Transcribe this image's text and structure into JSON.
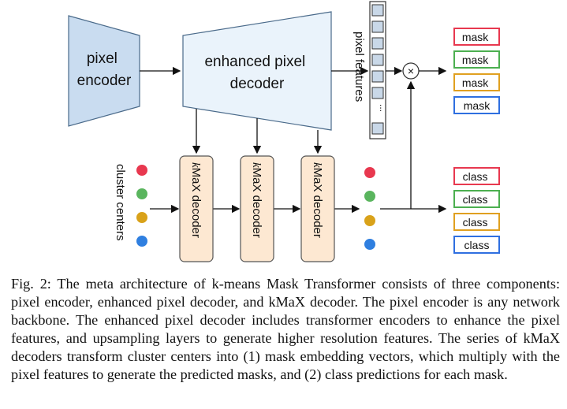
{
  "diagram": {
    "pixel_encoder": [
      "pixel",
      "encoder"
    ],
    "pixel_decoder": [
      "enhanced pixel",
      "decoder"
    ],
    "pixel_features_label": "pixel features",
    "pixel_features_dots": "...",
    "cluster_centers_label": "cluster centers",
    "kmax_decoders": [
      {
        "k": "k",
        "rest": "MaX decoder"
      },
      {
        "k": "k",
        "rest": "MaX decoder"
      },
      {
        "k": "k",
        "rest": "MaX decoder"
      }
    ],
    "multiply_symbol": "×",
    "mask_outputs": [
      {
        "label": "mask",
        "color": "#e8384f"
      },
      {
        "label": "mask",
        "color": "#4caf50"
      },
      {
        "label": "mask",
        "color": "#e0a020"
      },
      {
        "label": "mask",
        "color": "#2f6fe0"
      }
    ],
    "class_outputs": [
      {
        "label": "class",
        "color": "#e8384f"
      },
      {
        "label": "class",
        "color": "#4caf50"
      },
      {
        "label": "class",
        "color": "#e0a020"
      },
      {
        "label": "class",
        "color": "#2f6fe0"
      }
    ],
    "center_colors": [
      "#e8384f",
      "#5ab55e",
      "#d9a21a",
      "#2f7fe0"
    ],
    "encoder_fill": "#c9dcf0",
    "decoder_fill": "#eaf3fb",
    "kmax_fill": "#fde8d2"
  },
  "caption": "Fig. 2: The meta architecture of k-means Mask Transformer consists of three components: pixel encoder, enhanced pixel decoder, and kMaX decoder. The pixel encoder is any network backbone. The enhanced pixel decoder includes transformer encoders to enhance the pixel features, and upsampling layers to generate higher resolution features. The series of kMaX decoders transform cluster centers into (1) mask embedding vectors, which multiply with the pixel features to generate the predicted masks, and (2) class predictions for each mask."
}
